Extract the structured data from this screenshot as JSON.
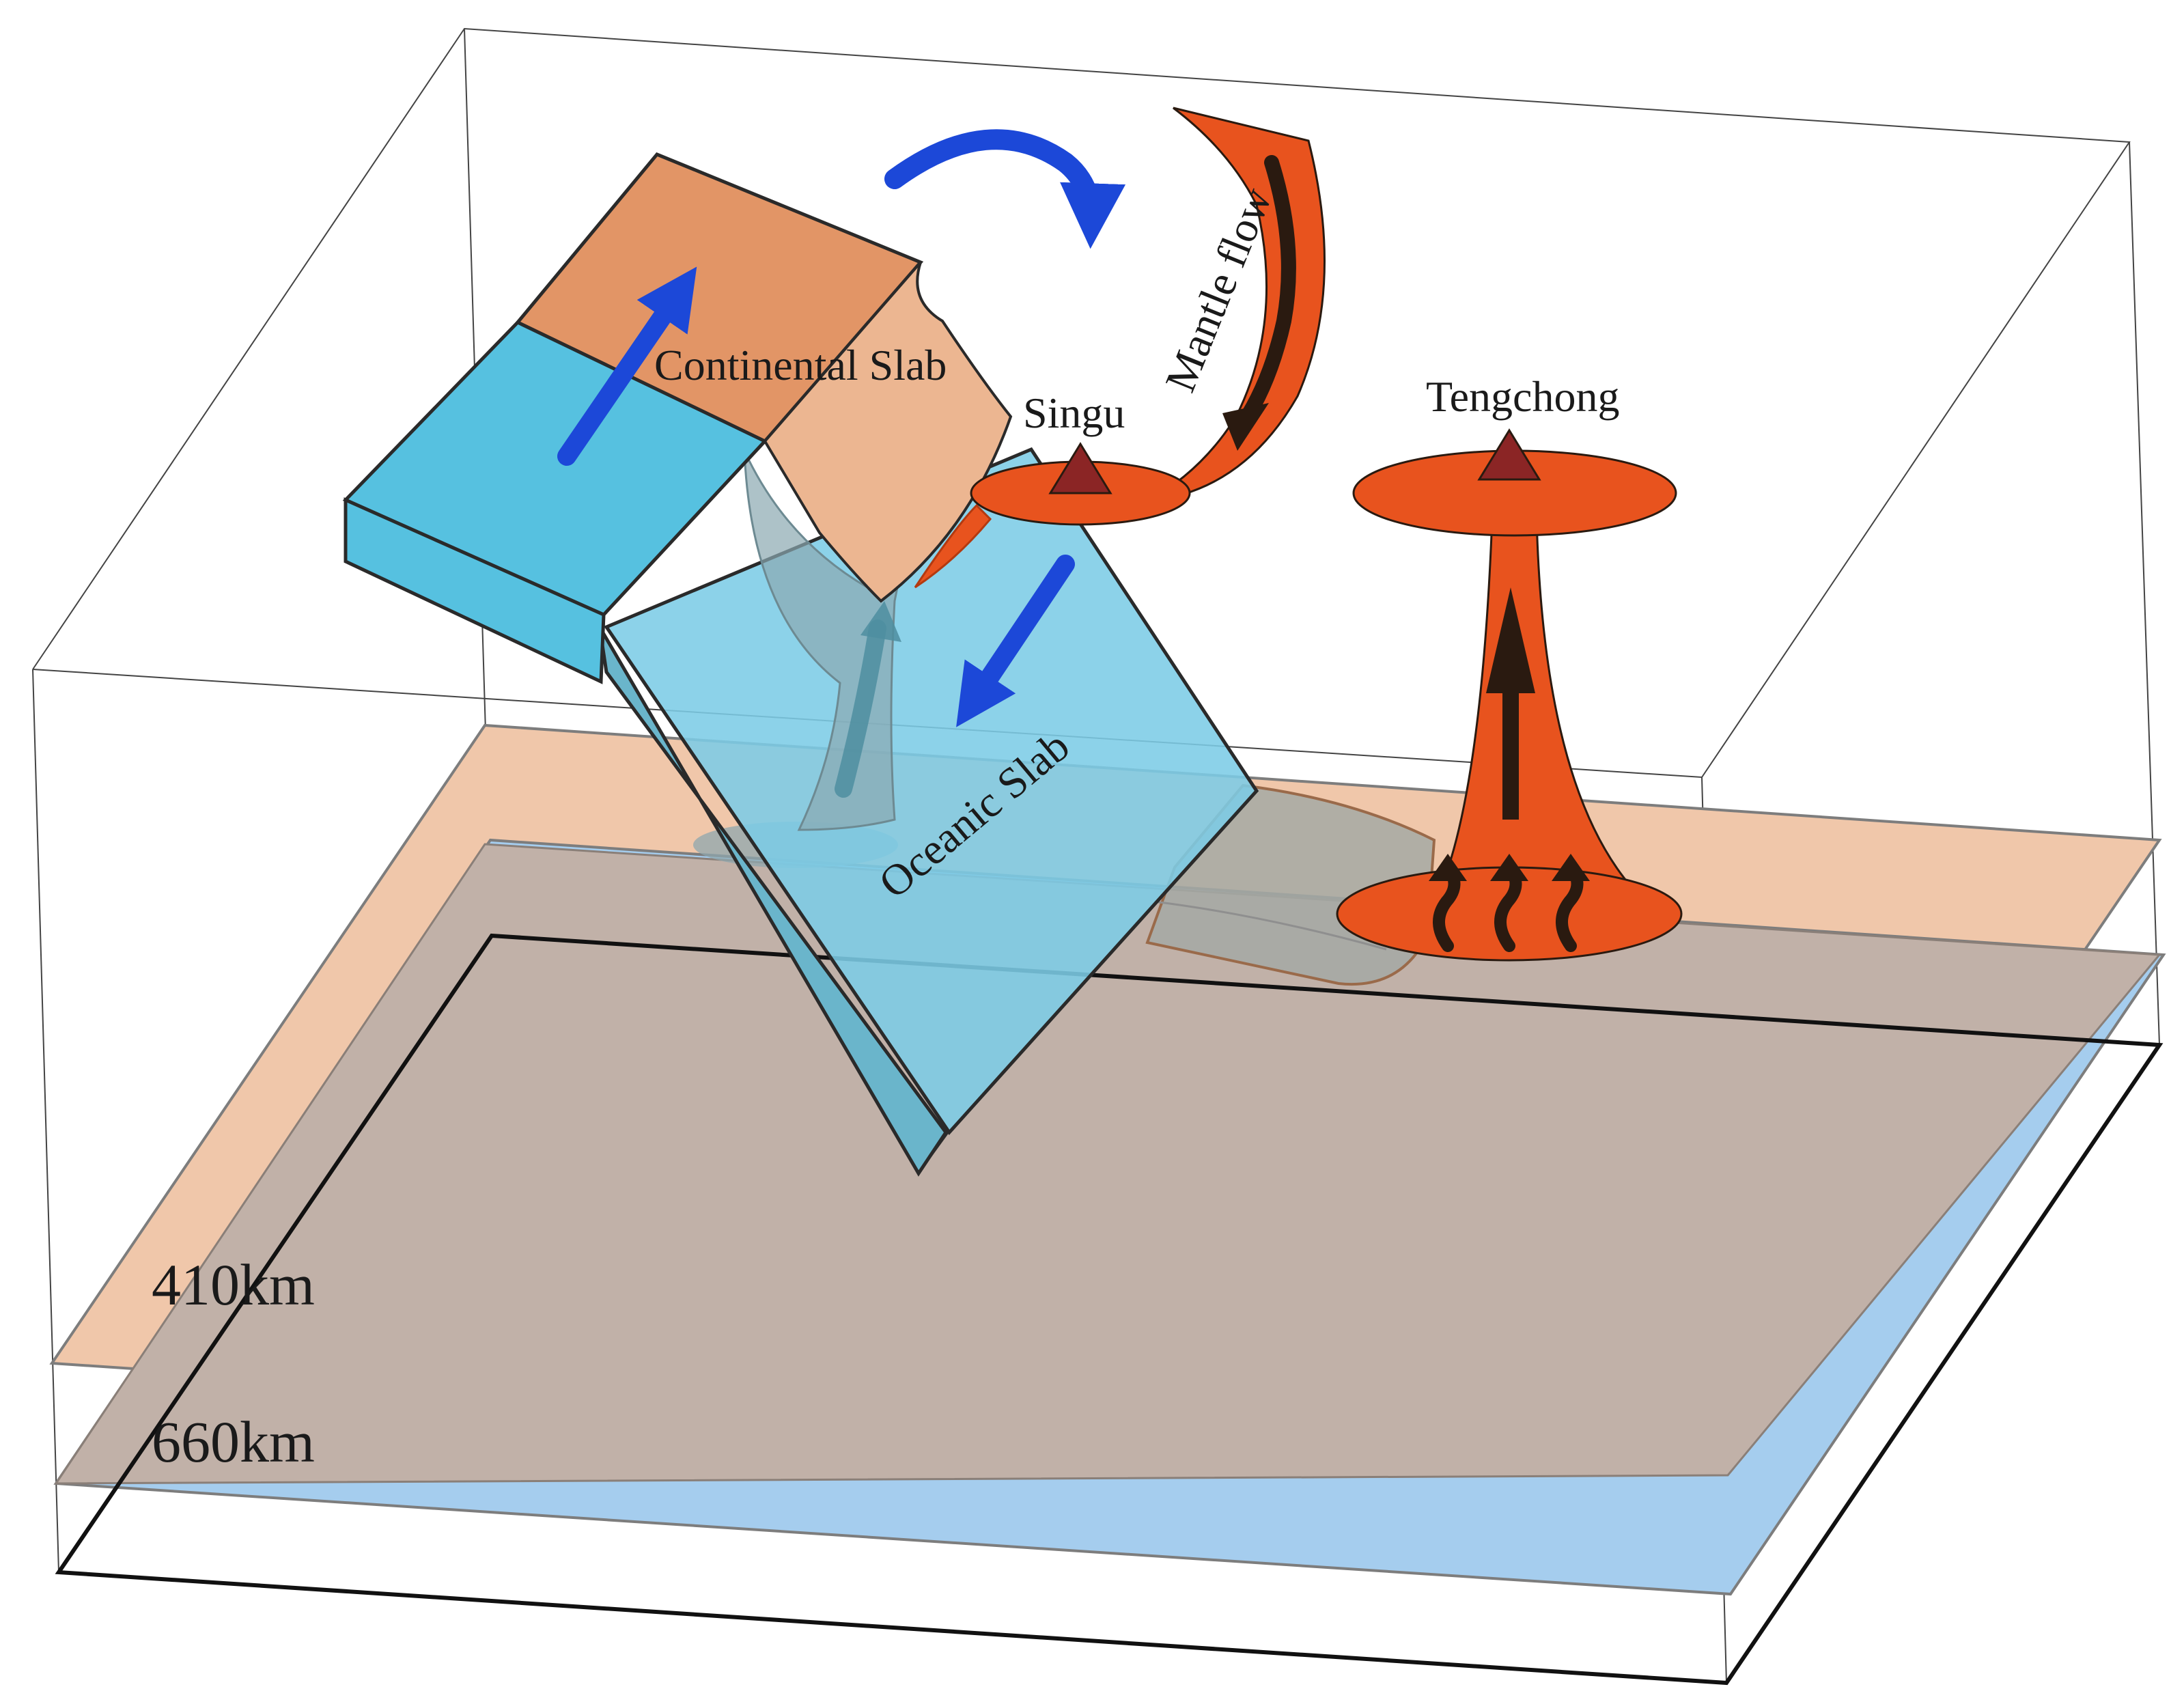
{
  "labels": {
    "continental_slab": "Continental Slab",
    "oceanic_slab": "Oceanic Slab",
    "mantle_flow": "Mantle flow",
    "singu": "Singu",
    "tengchong": "Tengchong",
    "depth_410": "410km",
    "depth_660": "660km"
  },
  "colors": {
    "continental": "#e29566",
    "continental_light": "#ecb691",
    "oceanic": "#56c1e0",
    "oceanic_light": "#7ccce6",
    "mantle": "#e8531e",
    "volcano": "#8b2525",
    "plane_410": "#f0c7aa",
    "plane_660": "#a5cdee",
    "overlap": "#c1b1a8",
    "arrow_blue": "#1c48d8",
    "arrow_dark": "#2a1a10"
  }
}
